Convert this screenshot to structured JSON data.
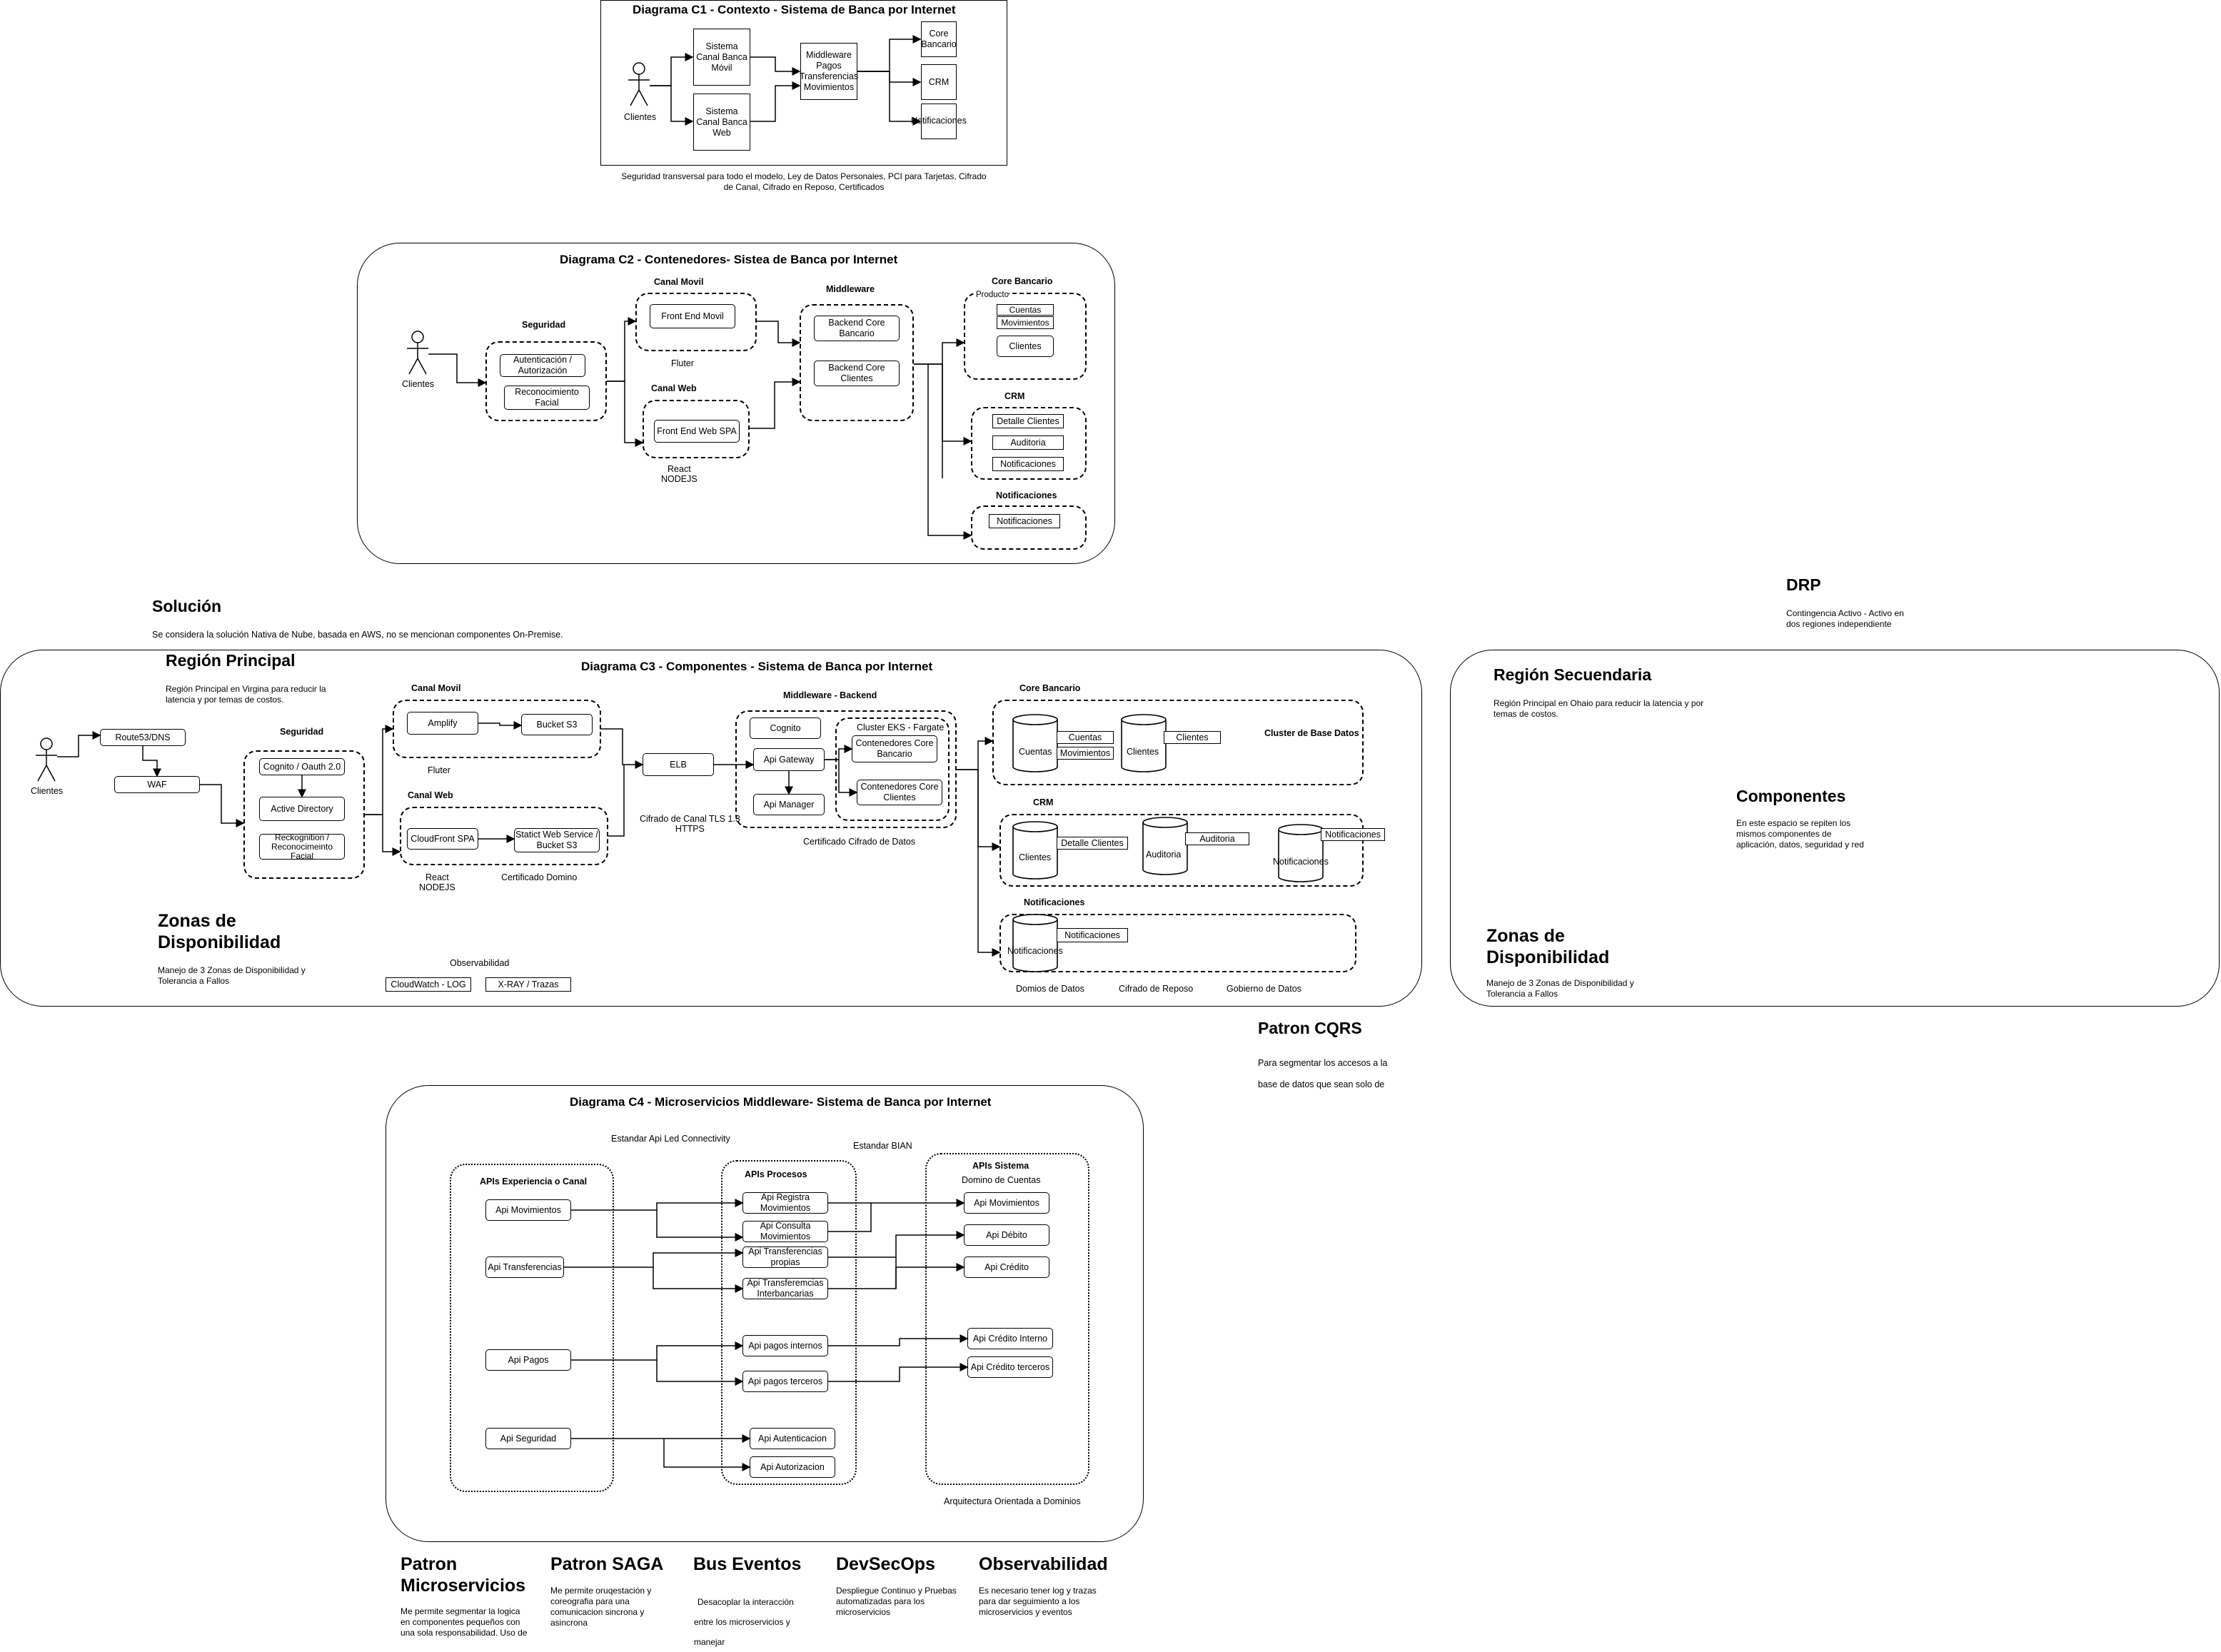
{
  "c1": {
    "title": "Diagrama C1 - Contexto - Sistema de Banca por Internet",
    "actor": "Clientes",
    "movil": "Sistema\nCanal Banca\nMóvil",
    "web": "Sistema\nCanal Banca\nWeb",
    "middleware": "Middleware\nPagos\nTransferencias\nMovimientos",
    "core": "Core\nBancario",
    "crm": "CRM",
    "notif": "Notificaciones",
    "note": "Seguridad transversal para todo el modelo, Ley de Datos Personales, PCI para Tarjetas, Cifrado de Canal, Cifrado en Reposo, Certificados"
  },
  "c2": {
    "title": "Diagrama C2 - Contenedores- Sistea de Banca por Internet",
    "actor": "Clientes",
    "seguridad": "Seguridad",
    "auth": "Autenticación /\nAutorización",
    "face": "Reconocimiento\nFacial",
    "canal_movil": "Canal Movil",
    "front_movil": "Front End Movil",
    "fluter": "Fluter",
    "canal_web": "Canal Web",
    "front_web": "Front End Web SPA",
    "react": "React\nNODEJS",
    "middleware": "Middleware",
    "be_core": "Backend Core\nBancario",
    "be_clientes": "Backend Core\nClientes",
    "core_bancario": "Core Bancario",
    "producto": "Producto",
    "cuentas": "Cuentas",
    "movimientos": "Movimientos",
    "clientes": "Clientes",
    "crm": "CRM",
    "detalle": "Detalle Clientes",
    "auditoria": "Auditoria",
    "notificaciones": "Notificaciones",
    "notif_title": "Notificaciones",
    "notif_box": "Notificaciones"
  },
  "solucion": {
    "title": "Solución",
    "desc": "Se considera la solución Nativa de Nube, basada en AWS, no se mencionan componentes On-Premise."
  },
  "drp": {
    "title": "DRP",
    "desc": "Contingencia Activo - Activo en dos regiones independiente"
  },
  "c3": {
    "title": "Diagrama C3 - Componentes - Sistema de Banca por Internet",
    "region": "Región Principal",
    "region_desc": "Región Principal en Virgina para reducir la latencia y por temas de costos.",
    "actor": "Clientes",
    "route53": "Route53/DNS",
    "waf": "WAF",
    "seguridad": "Seguridad",
    "cognito_oauth": "Cognito / Oauth 2.0",
    "active_dir": "Active Directory",
    "rekog": "Reckognition /\nReconocimeinto\nFacial",
    "canal_movil": "Canal Movil",
    "amplify": "Amplify",
    "bucket": "Bucket S3",
    "fluter": "Fluter",
    "canal_web": "Canal Web",
    "cloudfront": "CloudFront SPA",
    "static": "Statict Web Service /\nBucket S3",
    "react": "React\nNODEJS",
    "cert_dominio": "Certificado Domino",
    "elb": "ELB",
    "cifrado_canal": "Cifrado de Canal TLS 1.3\nHTTPS",
    "mw_backend": "Middleware - Backend",
    "cognito": "Cognito",
    "api_gw": "Api Gateway",
    "api_mgr": "Api Manager",
    "eks": "Cluster EKS - Fargate",
    "cont_core": "Contenedores Core\nBancario",
    "cont_cli": "Contenedores Core\nClientes",
    "cert_datos": "Certificado Cifrado de Datos",
    "core_bancario": "Core Bancario",
    "cluster_bd": "Cluster de Base Datos",
    "db_cuentas": "Cuentas",
    "tag_cuentas": "Cuentas",
    "tag_movs": "Movimientos",
    "db_clientes": "Clientes",
    "tag_clientes": "Clientes",
    "crm": "CRM",
    "db_crm_cli": "Clientes",
    "tag_detalle": "Detalle Clientes",
    "db_audit": "Auditoria",
    "tag_audit": "Auditoria",
    "db_notif": "Notificaciones",
    "tag_notif": "Notificaciones",
    "notif_title": "Notificaciones",
    "db_notif2": "Notificaciones",
    "tag_notif2": "Notificaciones",
    "dominios": "Domios de Datos",
    "cifrado_reposo": "Cifrado de Reposo",
    "gobierno": "Gobierno de Datos",
    "zonas": "Zonas de\nDisponibilidad",
    "zonas_desc": "Manejo de 3 Zonas de Disponibilidad y Tolerancia a Fallos",
    "observ": "Observabilidad",
    "cloudwatch": "CloudWatch - LOG",
    "xray": "X-RAY / Trazas"
  },
  "secundaria": {
    "region": "Región Secuendaria",
    "region_desc": "Región Principal en Ohaio para reducir la latencia y por temas de costos.",
    "componentes": "Componentes",
    "comp_desc": "En este espacio se repiten los mismos componentes de aplicación, datos, seguridad y red",
    "zonas": "Zonas de\nDisponibilidad",
    "zonas_desc": "Manejo de 3 Zonas de Disponibilidad y Tolerancia a Fallos"
  },
  "cqrs": {
    "title": "Patron CQRS",
    "line1": "Para segmentar los accesos a la",
    "line2": "base de datos que sean solo de"
  },
  "c4": {
    "title": "Diagrama C4 - Microservicios Middleware- Sistema de Banca por Internet",
    "estandar_led": "Estandar Api Led Connectivity",
    "estandar_bian": "Estandar BIAN",
    "exp_title": "APIs Experiencia o Canal",
    "exp": [
      "Api Movimientos",
      "Api Transferencias",
      "Api Pagos",
      "Api Seguridad"
    ],
    "proc_title": "APIs Procesos",
    "proc": [
      "Api Registra\nMovimientos",
      "Api Consulta\nMovimientos",
      "Api Transferencias\npropias",
      "Api Transferemcias\nInterbancarias",
      "Api pagos internos",
      "Api pagos terceros",
      "Api Autenticacion",
      "Api Autorizacion"
    ],
    "sys_title": "APIs Sistema",
    "sys_sub": "Domino de Cuentas",
    "sys": [
      "Api Movimientos",
      "Api Débito",
      "Api Crédito",
      "Api Crédito Interno",
      "Api Crédito terceros"
    ],
    "arq": "Arquitectura Orientada a Dominios"
  },
  "patterns": [
    {
      "title": "Patron\nMicroservicios",
      "desc": "Me permite segmentar la logica en componentes pequeños con una sola responsabilidad. Uso de"
    },
    {
      "title": "Patron SAGA",
      "desc": "Me permite oruqestación y coreografia para una comunicacion sincrona y asincrona"
    },
    {
      "title": "Bus Eventos",
      "desc": "Desacoplar la interacción entre los microservicios y manejar"
    },
    {
      "title": "DevSecOps",
      "desc": "Despliegue Continuo y Pruebas automatizadas para los microservicios"
    },
    {
      "title": "Observabilidad",
      "desc": "Es necesario tener log y trazas para dar seguimiento a los microservicios y eventos"
    }
  ]
}
